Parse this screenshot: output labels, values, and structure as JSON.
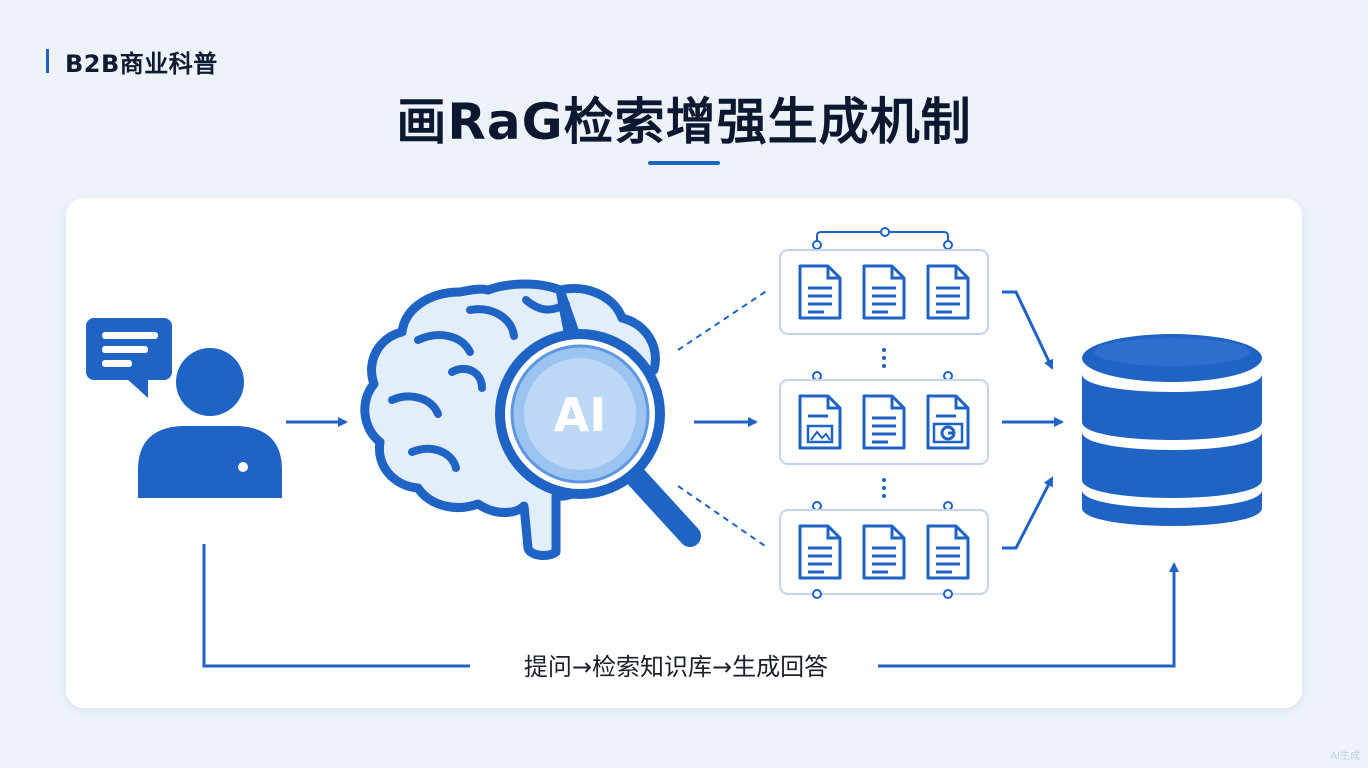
{
  "header": {
    "tag_label": "B2B商业科普",
    "title": "画RaG检索增强生成机制"
  },
  "diagram": {
    "brain_badge_text": "AI",
    "flow_caption": "提问→检索知识库→生成回答",
    "document_groups": [
      {
        "docs": [
          "text-document-icon",
          "text-document-icon",
          "text-document-icon"
        ]
      },
      {
        "docs": [
          "image-document-icon",
          "text-document-icon",
          "chart-document-icon"
        ]
      },
      {
        "docs": [
          "text-document-icon",
          "text-document-icon",
          "text-document-icon"
        ]
      }
    ]
  },
  "colors": {
    "primary_blue": "#1f63c4",
    "light_blue": "#cfe1f7",
    "title_dark": "#0c1730",
    "background": "#eef3fa"
  },
  "watermark": "AI生成"
}
